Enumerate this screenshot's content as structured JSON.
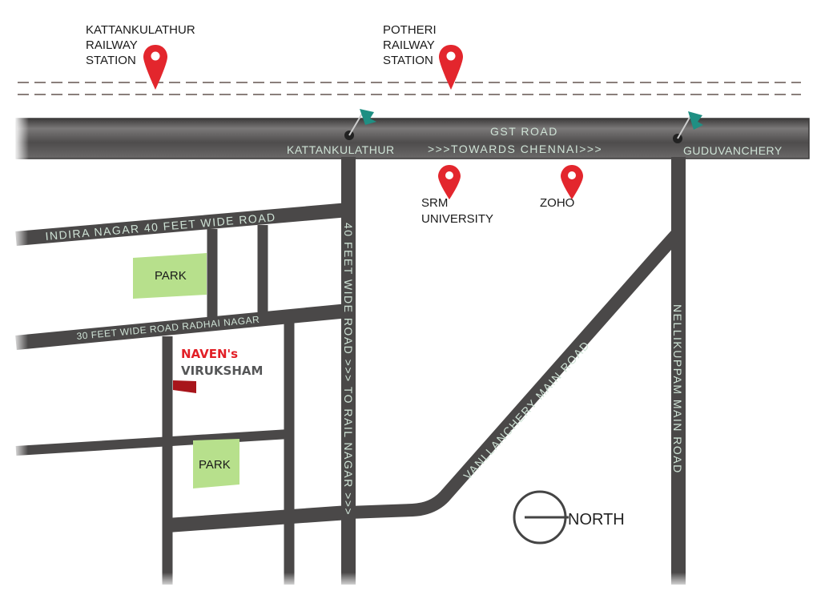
{
  "colors": {
    "road": "#4a4848",
    "road_label": "#cfe3d6",
    "rail_dash": "#8a7f7b",
    "pin": "#e3262d",
    "flag": "#1f8f83",
    "park": "#b7e08c",
    "brand_red": "#e21f26",
    "brand_grey": "#555657",
    "marker_red": "#a8151b"
  },
  "stations": [
    {
      "lines": [
        "KATTANKULATHUR",
        "RAILWAY",
        "STATION"
      ]
    },
    {
      "lines": [
        "POTHERI",
        "RAILWAY",
        "STATION"
      ]
    }
  ],
  "gst_road": {
    "name": "GST ROAD",
    "direction": ">>>TOWARDS CHENNAI>>>",
    "junction_left": "KATTANKULATHUR",
    "junction_right": "GUDUVANCHERY"
  },
  "landmarks": [
    {
      "lines": [
        "SRM",
        "UNIVERSITY"
      ]
    },
    {
      "lines": [
        "ZOHO"
      ]
    }
  ],
  "roads": {
    "indira_nagar": "INDIRA NAGAR 40 FEET WIDE ROAD",
    "radhai_nagar": "30 FEET WIDE ROAD  RADHAI NAGAR",
    "forty_feet": "40 FEET WIDE ROAD >>> TO RAIL NAGAR >>>",
    "vanllanchery": "VANLLANCHERY MAIN ROAD",
    "nellikuppam": "NELLIKUPPAM MAIN ROAD"
  },
  "parks": [
    {
      "label": "PARK"
    },
    {
      "label": "PARK"
    }
  ],
  "project": {
    "line1": "NAVEN's",
    "line2": "VIRUKSHAM"
  },
  "compass": {
    "label": "NORTH"
  }
}
